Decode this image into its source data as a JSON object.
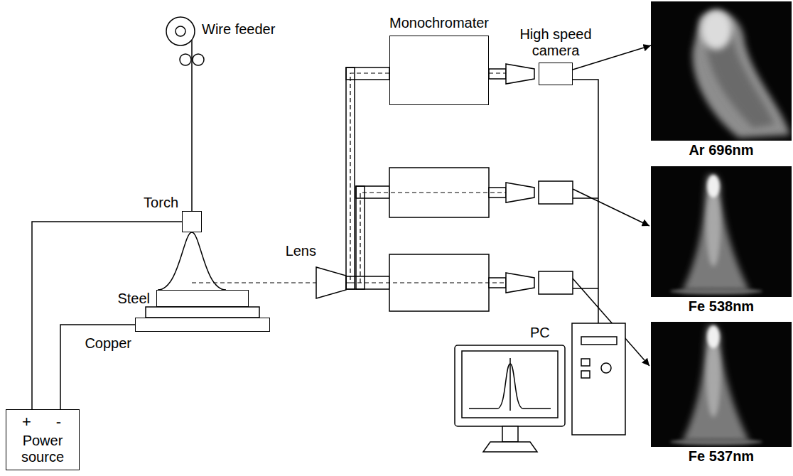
{
  "diagram": {
    "nodes": [
      {
        "text": [
          "Wire feeder"
        ]
      },
      {
        "text": [
          "Torch"
        ]
      },
      {
        "text": [
          "Steel"
        ]
      },
      {
        "text": [
          "Copper"
        ]
      },
      {
        "text": [
          "+",
          "-",
          "Power source"
        ]
      },
      {
        "text": [
          "Lens"
        ]
      },
      {
        "text": [
          "Monochromater"
        ]
      },
      {
        "text": [
          "High speed camera"
        ]
      },
      {
        "text": [
          "Ar 696nm"
        ]
      },
      {
        "text": [
          "Fe 538nm"
        ]
      },
      {
        "text": [
          "Fe 537nm"
        ]
      },
      {
        "text": [
          "PC"
        ]
      }
    ],
    "edges": [
      {
        "from": 0,
        "to": 1,
        "arrow": "none"
      },
      {
        "from": 4,
        "to": 1,
        "arrow": "none"
      },
      {
        "from": 4,
        "to": 3,
        "arrow": "none"
      },
      {
        "from": 5,
        "to": 6,
        "arrow": "none"
      },
      {
        "from": 7,
        "to": 8,
        "arrow": "to"
      },
      {
        "from": 7,
        "to": 11,
        "arrow": "none"
      }
    ]
  }
}
